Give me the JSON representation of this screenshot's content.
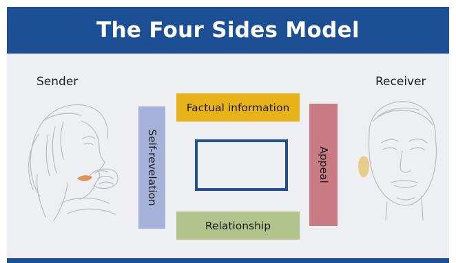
{
  "title": "The Four Sides Model",
  "sender": {
    "label": "Sender",
    "icon": "woman-with-headscarf-sketch"
  },
  "receiver": {
    "label": "Receiver",
    "icon": "man-face-sketch"
  },
  "sides": {
    "factual": {
      "label": "Factual information",
      "color": "#e8b318"
    },
    "self_revelation": {
      "label": "Self-revelation",
      "color": "#a4b2da"
    },
    "appeal": {
      "label": "Appeal",
      "color": "#c97c83"
    },
    "relationship": {
      "label": "Relationship",
      "color": "#b3c38c"
    }
  },
  "message": {
    "border_color": "#1f4f95"
  },
  "colors": {
    "banner": "#1d4f95",
    "panel": "#eeeff3"
  }
}
